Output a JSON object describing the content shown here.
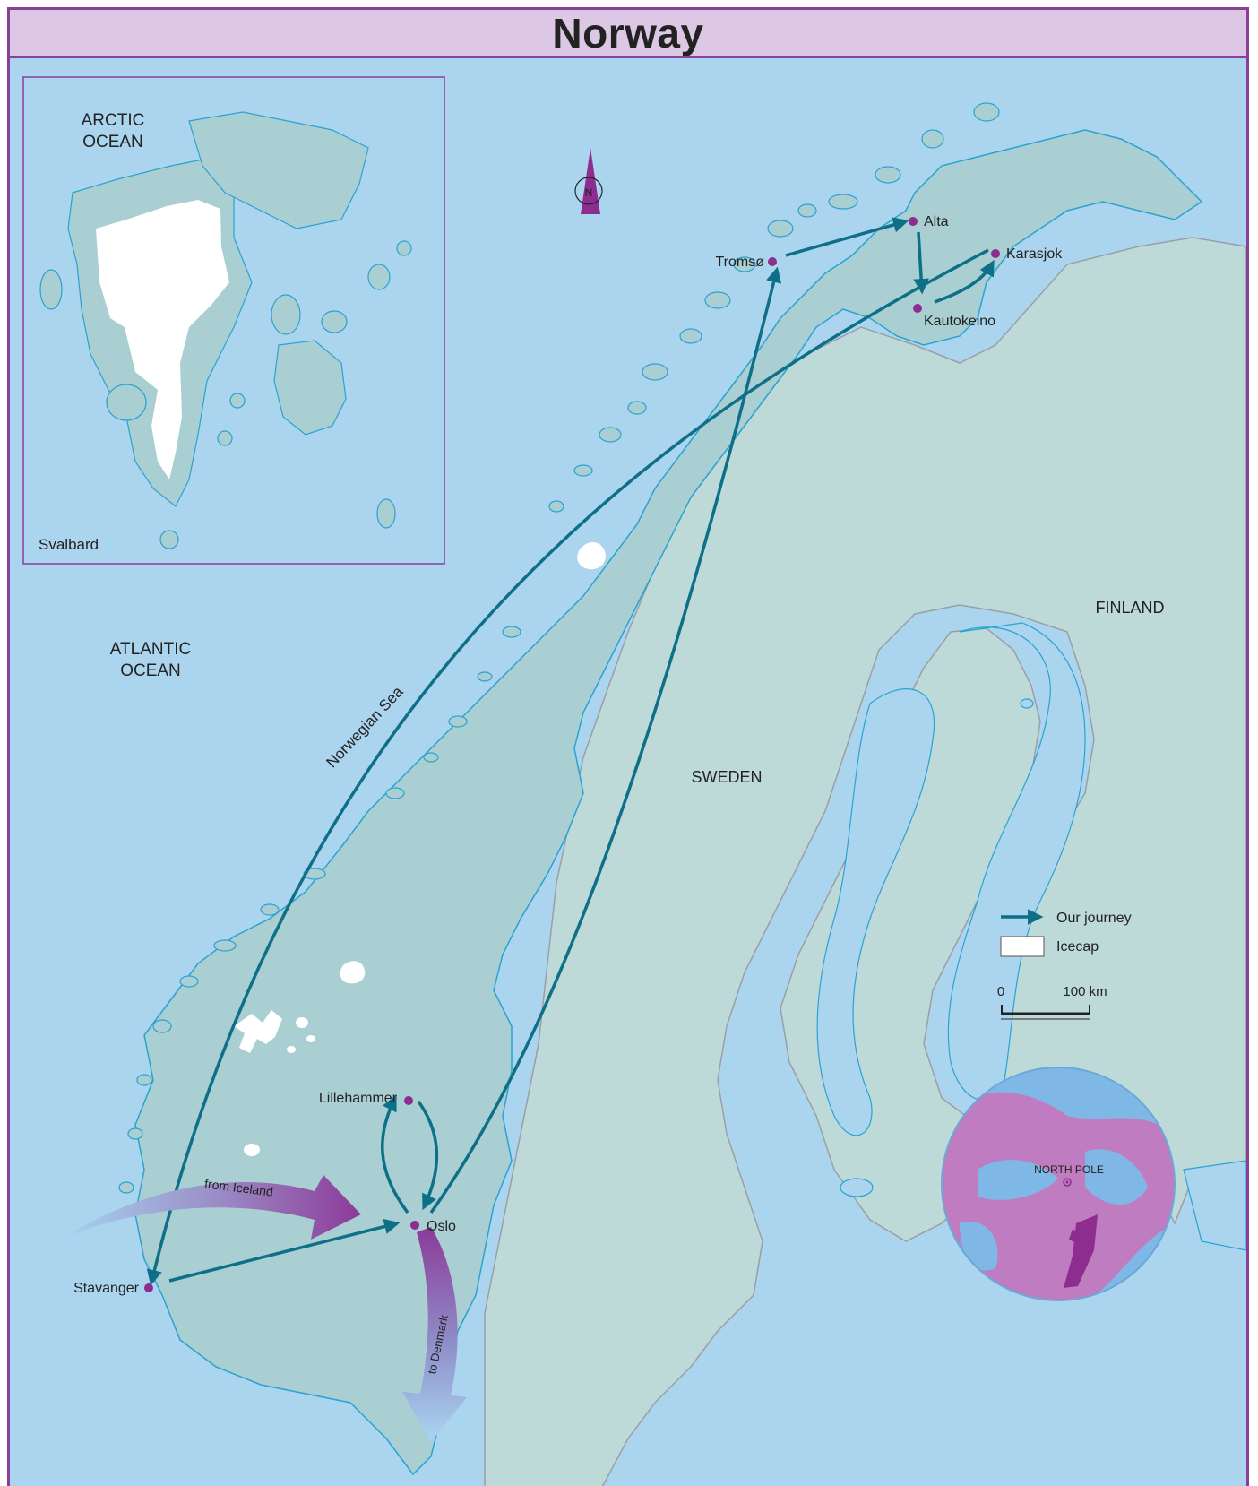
{
  "title": "Norway",
  "colors": {
    "sea": "#abd5ee",
    "land": "#a9cfd2",
    "neighbour_land": "#bdd9d8",
    "icecap": "#ffffff",
    "route": "#0e6f88",
    "city": "#8c2d8f",
    "frame": "#8a3f99",
    "title_bg": "#dcc8e4"
  },
  "oceans": {
    "arctic": [
      "ARCTIC",
      "OCEAN"
    ],
    "atlantic": [
      "ATLANTIC",
      "OCEAN"
    ],
    "norwegian_sea": "Norwegian Sea"
  },
  "countries": {
    "finland": "FINLAND",
    "sweden": "SWEDEN"
  },
  "inset": {
    "label": "Svalbard"
  },
  "compass": {
    "label": "N",
    "icon": "north-arrow-icon"
  },
  "cities": {
    "tromso": "Tromsø",
    "alta": "Alta",
    "karasjok": "Karasjok",
    "kautokeino": "Kautokeino",
    "lillehammer": "Lillehammer",
    "oslo": "Oslo",
    "stavanger": "Stavanger"
  },
  "arrows": {
    "from_iceland": "from Iceland",
    "to_denmark": "to Denmark"
  },
  "legend": {
    "journey": "Our journey",
    "icecap": "Icecap"
  },
  "scale": {
    "start": "0",
    "end": "100 km"
  },
  "locator": {
    "label": "NORTH POLE"
  }
}
